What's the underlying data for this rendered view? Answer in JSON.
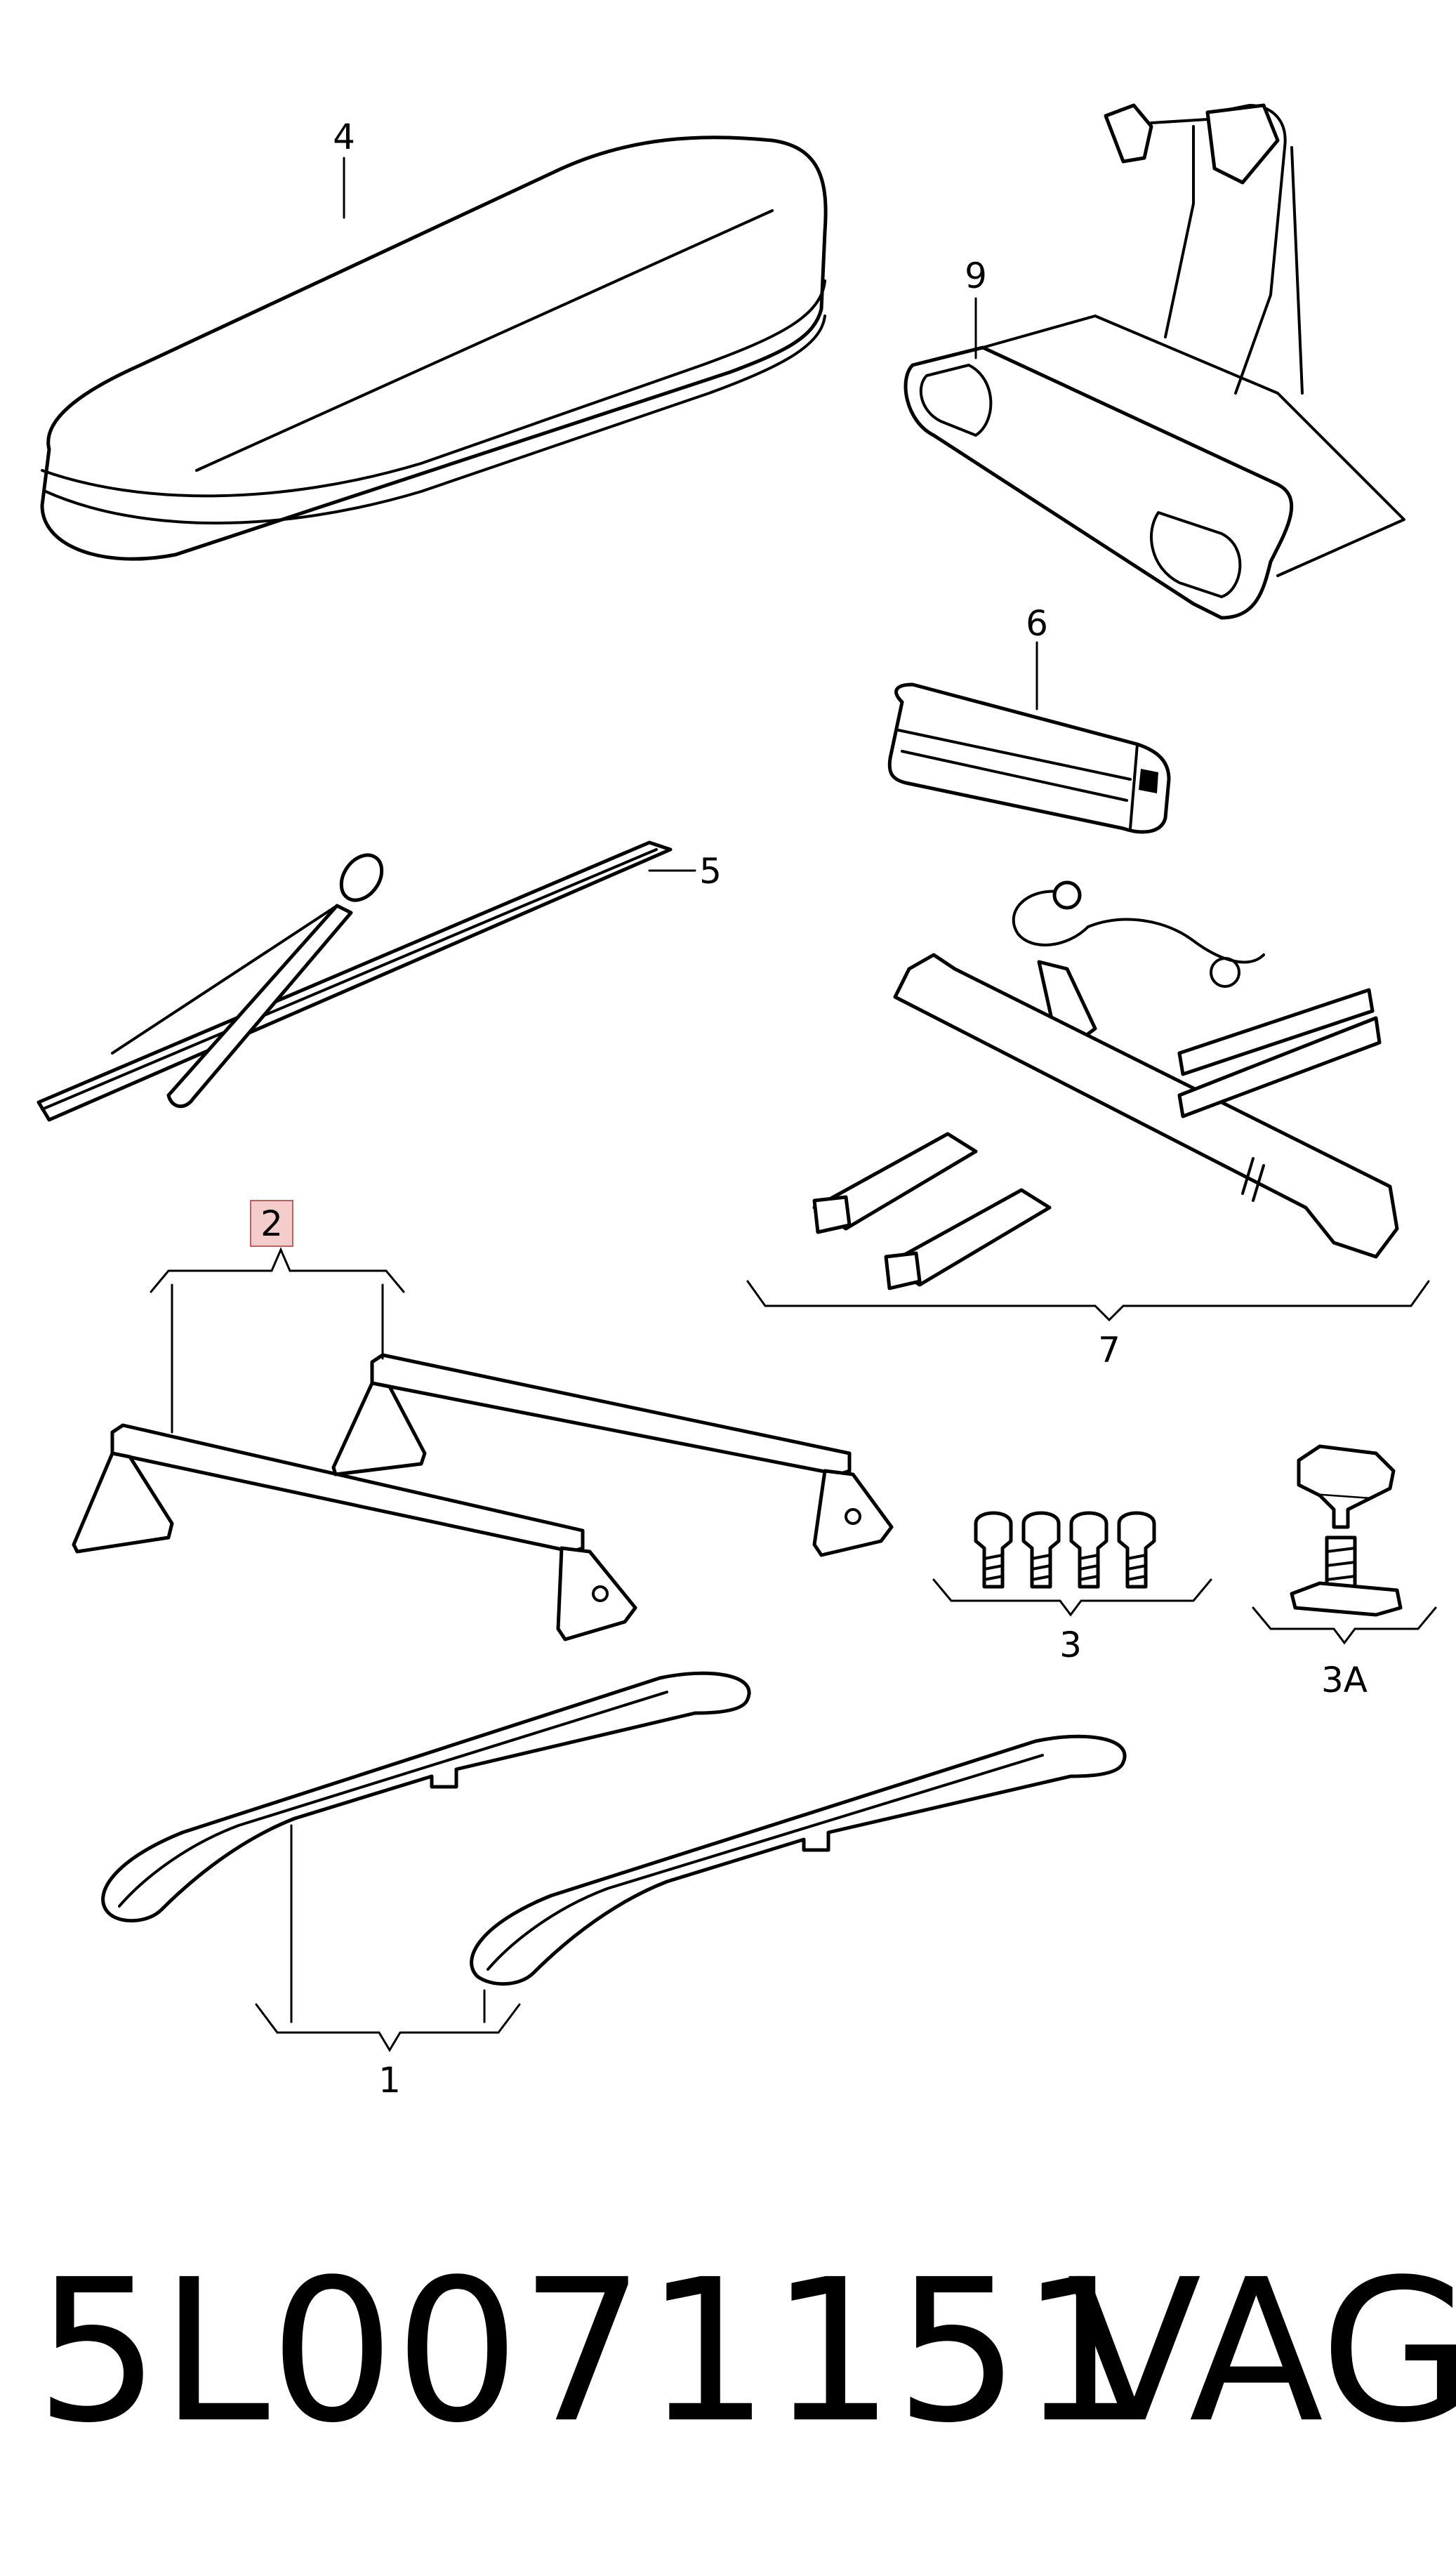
{
  "callouts": {
    "c1": "1",
    "c2": "2",
    "c3": "3",
    "c3a": "3A",
    "c4": "4",
    "c5": "5",
    "c6": "6",
    "c7": "7",
    "c9": "9"
  },
  "highlight_color": "#f4cccc",
  "footer": {
    "part_number": "5L0071151",
    "brand": "VAG"
  }
}
